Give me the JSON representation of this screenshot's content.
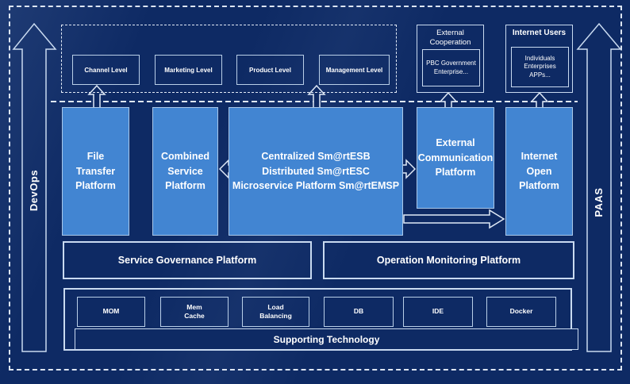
{
  "rails": {
    "left": "DevOps",
    "right": "PAAS"
  },
  "levels": [
    "Channel Level",
    "Marketing Level",
    "Product Level",
    "Management Level"
  ],
  "external_cooperation": {
    "title": "External\nCooperation",
    "body": "PBC Government\nEnterprise..."
  },
  "internet_users": {
    "title": "Internet Users",
    "body": "Individuals\nEnterprises\nAPPs..."
  },
  "platforms": {
    "file_transfer": "File\nTransfer\nPlatform",
    "combined_service": "Combined\nService\nPlatform",
    "central": "Centralized Sm@rtESB\nDistributed Sm@rtESC\nMicroservice Platform Sm@rtEMSP",
    "external_communication": "External\nCommunication\nPlatform",
    "internet_open": "Internet\nOpen\nPlatform"
  },
  "governance": {
    "service": "Service Governance Platform",
    "operation": "Operation Monitoring Platform"
  },
  "supporting": {
    "technologies": [
      "MOM",
      "Mem\nCache",
      "Load\nBalancing",
      "DB",
      "IDE",
      "Docker"
    ],
    "label": "Supporting Technology"
  },
  "colors": {
    "background": "#0e2a64",
    "platform_fill": "#4285d2",
    "line": "#c9daf0",
    "text": "#ffffff"
  }
}
